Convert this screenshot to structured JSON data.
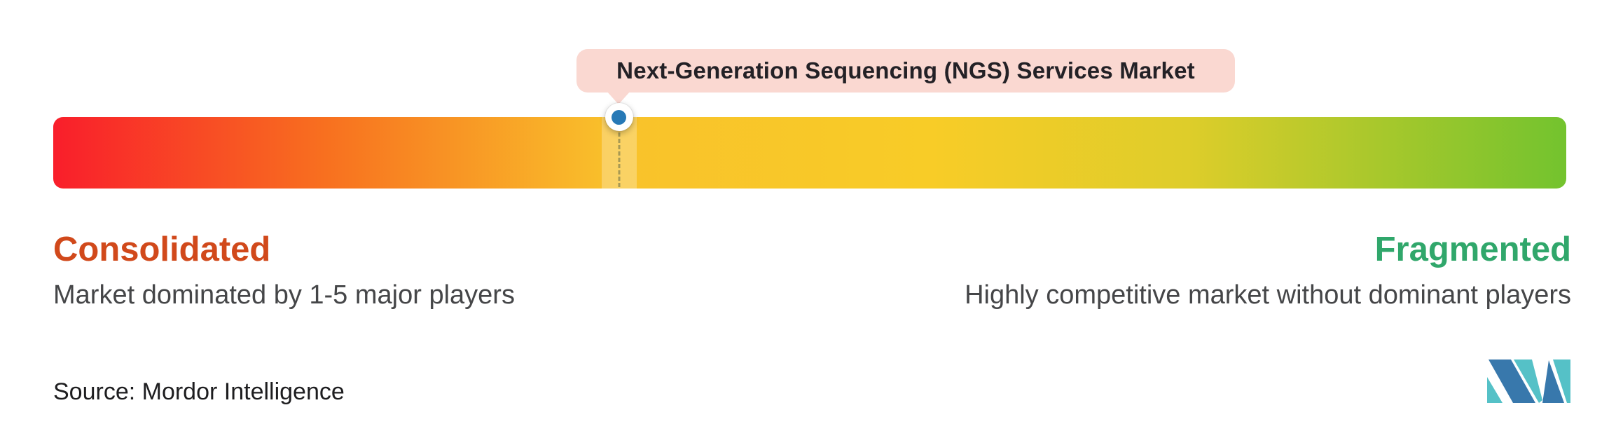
{
  "tooltip": {
    "label": "Next-Generation Sequencing (NGS) Services Market"
  },
  "scale": {
    "left": {
      "title": "Consolidated",
      "description": "Market dominated by 1-5 major players"
    },
    "right": {
      "title": "Fragmented",
      "description": "Highly competitive market without dominant players"
    }
  },
  "source": {
    "text": "Source: Mordor Intelligence"
  },
  "logo": {
    "name": "mordor-intelligence-monogram"
  },
  "colors": {
    "tooltip_bg": "#FAD8D1",
    "tooltip_text": "#232126",
    "consolidated_label": "#D1491B",
    "fragmented_label": "#30A76B",
    "description_text": "#454648",
    "source_text": "#1D1D1F",
    "marker_dot": "#2779B6",
    "gradient_stops": [
      "#F91E2B",
      "#F8701F",
      "#F9C22B",
      "#F8CC27",
      "#DECD2A",
      "#73C32E"
    ],
    "logo_blue": "#3878AC",
    "logo_teal": "#55C1C7"
  },
  "chart_data": {
    "type": "gauge",
    "title": "Next-Generation Sequencing (NGS) Services Market",
    "scale_min_label": "Consolidated",
    "scale_max_label": "Fragmented",
    "left_description": "Market dominated by 1-5 major players",
    "right_description": "Highly competitive market without dominant players",
    "marker_position_pct": 37.4,
    "gradient": [
      "#F91E2B (red, consolidated end)",
      "#F9C22B (yellow, middle)",
      "#73C32E (green, fragmented end)"
    ],
    "legend_position": "below-bar-ends",
    "source": "Source: Mordor Intelligence"
  }
}
